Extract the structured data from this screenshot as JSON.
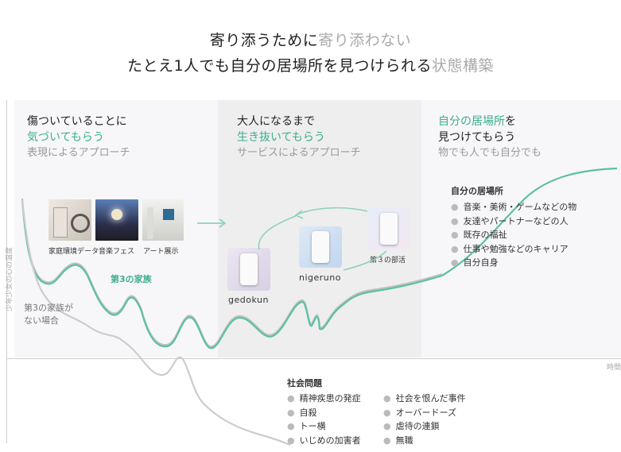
{
  "headline": {
    "line1_main": "寄り添うために",
    "line1_gray": "寄り添わない",
    "line2_main": "たとえ1人でも自分の居場所を見つけられる",
    "line2_gray": "状態構築"
  },
  "axes": {
    "y_label": "少年少女の心の温度",
    "x_label": "時間"
  },
  "panels": [
    {
      "title": "傷ついていることに",
      "highlight": "気づいてもらう",
      "subtitle": "表現によるアプローチ"
    },
    {
      "title": "大人になるまで",
      "highlight": "生き抜いてもらう",
      "subtitle": "サービスによるアプローチ"
    },
    {
      "title_highlight": "自分の居場所",
      "title_tail": "を",
      "highlight": "見つけてもらう",
      "subtitle": "物でも人でも自分でも"
    }
  ],
  "approach1_items": [
    "家庭環境データ",
    "音楽フェス",
    "アート展示"
  ],
  "apps": {
    "gedokun": "gedokun",
    "nigeruno": "nigeruno",
    "club": "第３の部活"
  },
  "curve_labels": {
    "with_family": "第3の家族",
    "without_family": "第3の家族が\nない場合"
  },
  "place_list": {
    "title": "自分の居場所",
    "items": [
      "音楽・美術・ゲームなどの物",
      "友達やパートナーなどの人",
      "既存の福祉",
      "仕事や勉強などのキャリア",
      "自分自身"
    ]
  },
  "social_issues": {
    "title": "社会問題",
    "col1": [
      "精神疾患の発症",
      "自殺",
      "トー横",
      "いじめの加害者"
    ],
    "col2": [
      "社会を恨んだ事件",
      "オーバードーズ",
      "虐待の連鎖",
      "無職"
    ]
  },
  "colors": {
    "accent": "#3dae8e",
    "gray_curve": "#bbbbbb"
  }
}
